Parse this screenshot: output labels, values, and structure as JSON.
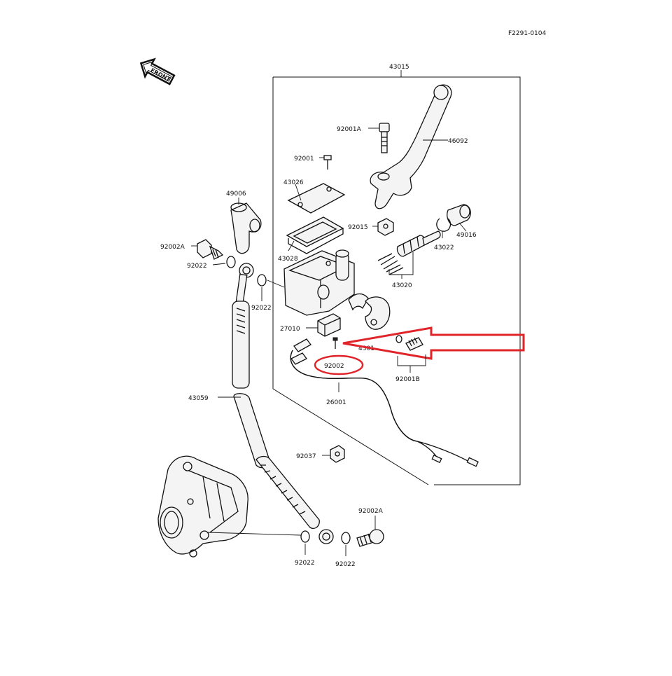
{
  "diagram": {
    "code": "F2291-0104",
    "front_label": "FRONT",
    "highlight_color": "#e0242a",
    "labels": {
      "p43015": "43015",
      "p92001A": "92001A",
      "p46092": "46092",
      "p92001": "92001",
      "p43026": "43026",
      "p49006": "49006",
      "p92015": "92015",
      "p49016": "49016",
      "p43022": "43022",
      "p92002A_top": "92002A",
      "p43028": "43028",
      "p92022_a": "92022",
      "p43020": "43020",
      "p92022_b": "92022",
      "p27010": "27010",
      "p4301x": "4301",
      "p92002_highlight": "92002",
      "p92001B": "92001B",
      "p26001": "26001",
      "p43059": "43059",
      "p92037": "92037",
      "p92002A_bottom": "92002A",
      "p92022_c": "92022",
      "p92022_d": "92022"
    }
  }
}
